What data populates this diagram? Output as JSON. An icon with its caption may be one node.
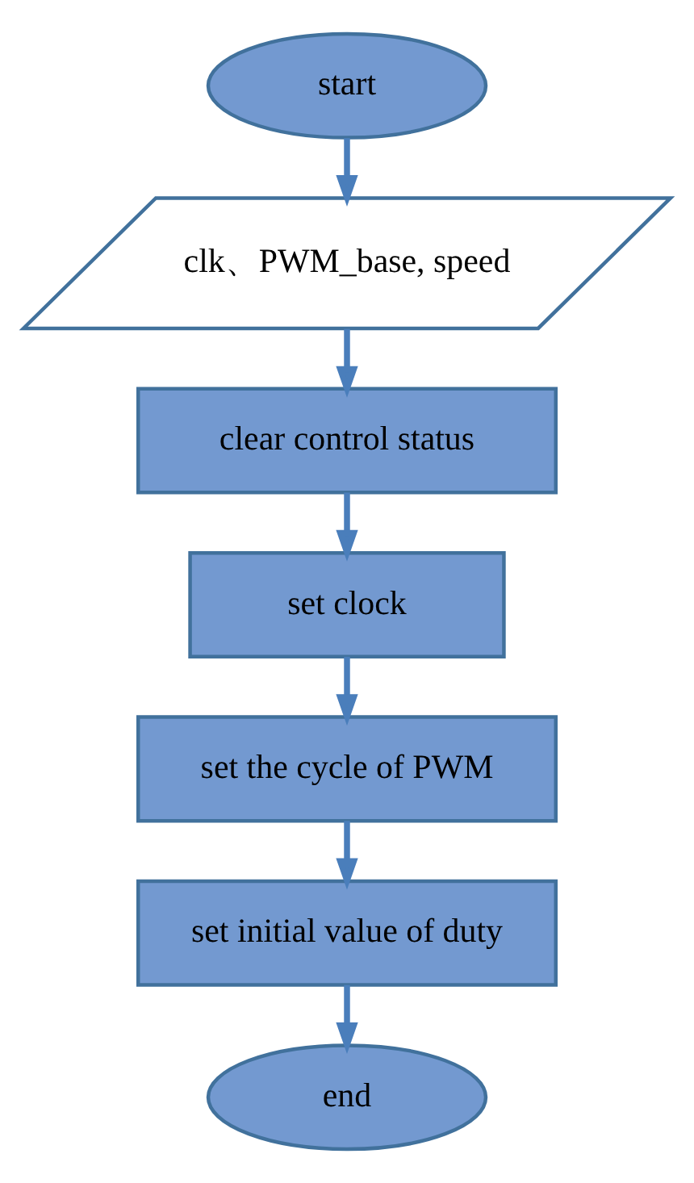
{
  "diagram": {
    "nodes": [
      {
        "text": [
          "start"
        ]
      },
      {
        "text": [
          "clk、PWM_base, speed"
        ]
      },
      {
        "text": [
          "clear control status"
        ]
      },
      {
        "text": [
          "set clock"
        ]
      },
      {
        "text": [
          "set the cycle of PWM"
        ]
      },
      {
        "text": [
          "set initial value of duty"
        ]
      },
      {
        "text": [
          "end"
        ]
      }
    ],
    "edges": [
      {
        "from": 0,
        "to": 1,
        "arrow": "to"
      },
      {
        "from": 1,
        "to": 2,
        "arrow": "to"
      },
      {
        "from": 2,
        "to": 3,
        "arrow": "to"
      },
      {
        "from": 3,
        "to": 4,
        "arrow": "to"
      },
      {
        "from": 4,
        "to": 5,
        "arrow": "to"
      },
      {
        "from": 5,
        "to": 6,
        "arrow": "to"
      }
    ]
  }
}
